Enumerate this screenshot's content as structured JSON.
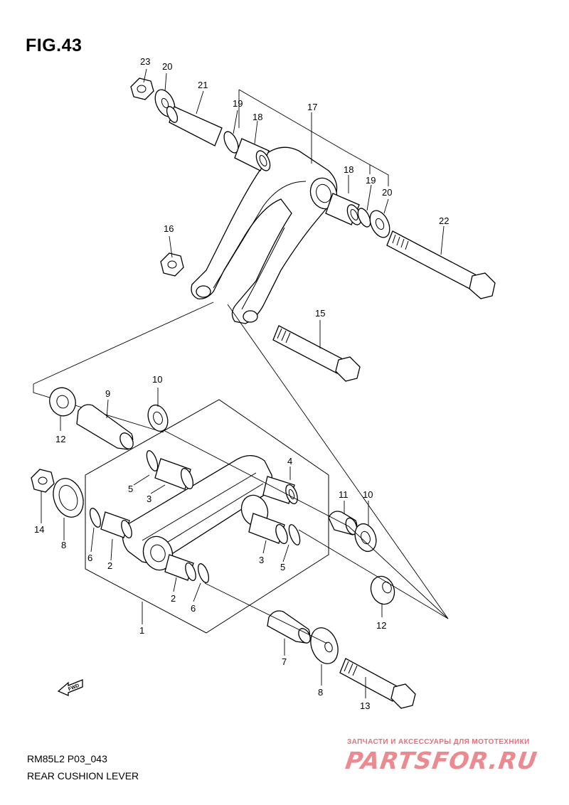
{
  "figure": {
    "title": "FIG.43"
  },
  "footer": {
    "model_code": "RM85L2 P03_043",
    "part_name": "REAR CUSHION LEVER"
  },
  "watermark": {
    "tagline": "ЗАПЧАСТИ И АКСЕССУАРЫ ДЛЯ МОТОТЕХНИКИ",
    "brand": "PARTSFOR.RU"
  },
  "fwd_marker": {
    "label": "FWD"
  },
  "callouts": [
    {
      "id": "c23",
      "text": "23"
    },
    {
      "id": "c20a",
      "text": "20"
    },
    {
      "id": "c21",
      "text": "21"
    },
    {
      "id": "c19a",
      "text": "19"
    },
    {
      "id": "c18a",
      "text": "18"
    },
    {
      "id": "c17",
      "text": "17"
    },
    {
      "id": "c18b",
      "text": "18"
    },
    {
      "id": "c19b",
      "text": "19"
    },
    {
      "id": "c20b",
      "text": "20"
    },
    {
      "id": "c22",
      "text": "22"
    },
    {
      "id": "c16",
      "text": "16"
    },
    {
      "id": "c15",
      "text": "15"
    },
    {
      "id": "c9",
      "text": "9"
    },
    {
      "id": "c10a",
      "text": "10"
    },
    {
      "id": "c12a",
      "text": "12"
    },
    {
      "id": "c4",
      "text": "4"
    },
    {
      "id": "c5a",
      "text": "5"
    },
    {
      "id": "c3a",
      "text": "3"
    },
    {
      "id": "c14",
      "text": "14"
    },
    {
      "id": "c8a",
      "text": "8"
    },
    {
      "id": "c6a",
      "text": "6"
    },
    {
      "id": "c2a",
      "text": "2"
    },
    {
      "id": "c11",
      "text": "11"
    },
    {
      "id": "c10b",
      "text": "10"
    },
    {
      "id": "c3b",
      "text": "3"
    },
    {
      "id": "c5b",
      "text": "5"
    },
    {
      "id": "c2b",
      "text": "2"
    },
    {
      "id": "c6b",
      "text": "6"
    },
    {
      "id": "c12b",
      "text": "12"
    },
    {
      "id": "c1",
      "text": "1"
    },
    {
      "id": "c7",
      "text": "7"
    },
    {
      "id": "c8b",
      "text": "8"
    },
    {
      "id": "c13",
      "text": "13"
    }
  ]
}
